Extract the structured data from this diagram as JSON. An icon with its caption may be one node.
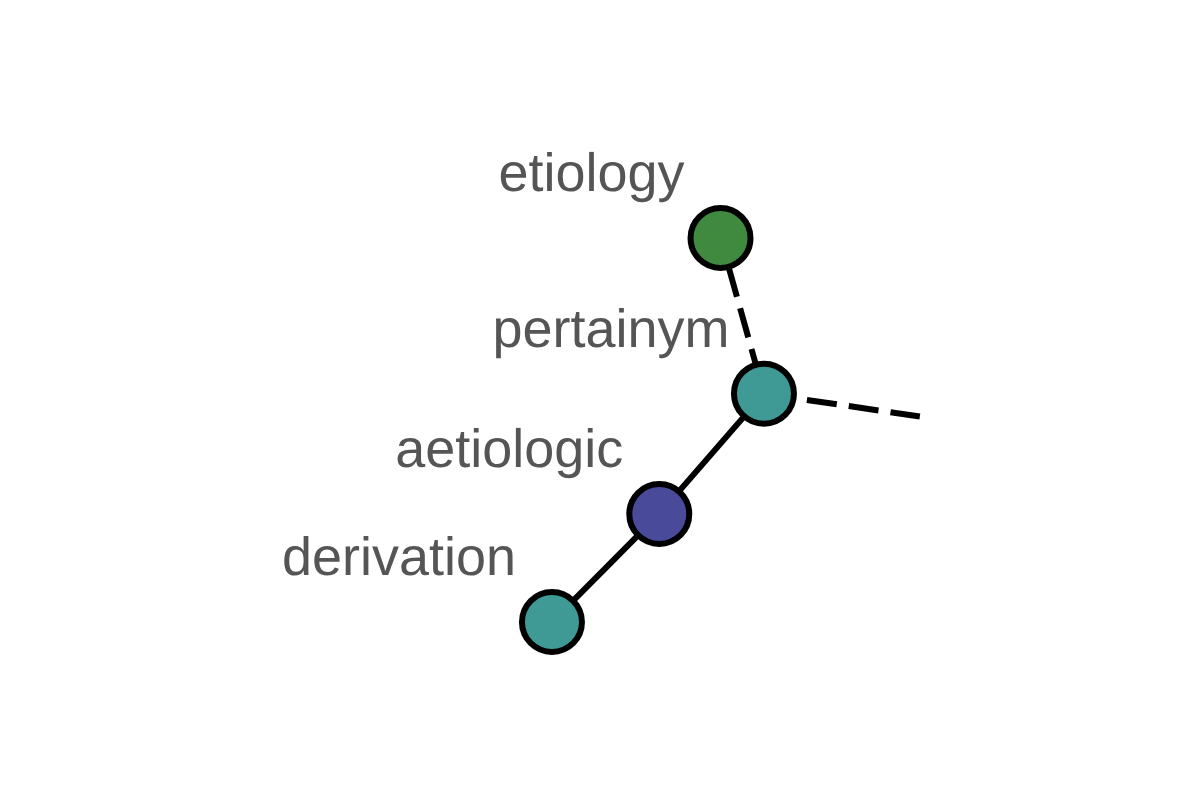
{
  "diagram": {
    "nodes": [
      {
        "text": [
          "etiology"
        ]
      },
      {
        "text": [
          "pertainym"
        ]
      },
      {
        "text": [
          "aetiologic"
        ]
      },
      {
        "text": [
          "derivation"
        ]
      }
    ],
    "edges": [
      {
        "from": null,
        "to": 1,
        "arrow": "none",
        "style": "dashed"
      },
      {
        "from": 0,
        "to": 1,
        "arrow": "none",
        "style": "dashed"
      },
      {
        "from": 1,
        "to": 2,
        "arrow": "none"
      },
      {
        "from": 2,
        "to": 3,
        "arrow": "none"
      }
    ]
  }
}
